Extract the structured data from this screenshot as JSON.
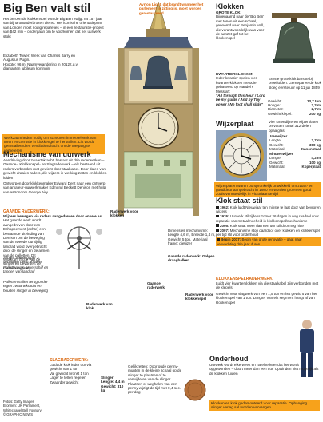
{
  "title": "Big Ben valt stil",
  "intro": "Het beroemde klokkenspel van de Big Ben zwijgt na 157 jaar van bijna ononderbroken dienst. Het iconische oriëntatiepunt van Londen moet nodig repareties – in een restauratie-project van $42 mln – ondergaan om te voorkomen dat het uurwerk stokt",
  "tower_info": {
    "line1": "Elizabeth Tower: Werk van Charles Barry en Augustus Pugin.",
    "line2": "Hoogte: 96 m. Naamverandering in 2012 t.g.v. diamanten jubileum koningin"
  },
  "ayrton": {
    "text": "Ayrton Light, dat brandt wanneer het parlement in zitting is, moet worden gerestaureerd"
  },
  "work_callout": "Werkzaamheden nodig om scheuren in metselwerk van toren en corrosie in klokkengel te herstellen. Lift wordt geïnstalleerd en ventilatieschacht om de toegang te verbeteren",
  "klokken": {
    "heading": "Klokken",
    "subheading": "GROTE KLOK",
    "text": "Bijgenaamd naar de 'Big Ben' met tonen uit een schaal, genoemd naar Benjamin Hall, die verantwoordelijk was voor de aanzet gaf tot het klokkenspel"
  },
  "kwartierklokken": {
    "heading": "KWARTIERKLOKKEN",
    "text": "Ieder kwartier spelen vier kwartier-klokken melodie gebaseerd op Handel's Messiah:",
    "quote": "\"All through this hour / Lord be my guide / And by Thy power / No foot shall slide\"",
    "first_strike": "Eerste grote klok barstte bij proefluiden. Gereepareerde klok sloeg eerste uur op 11 juli 1859"
  },
  "bell_stats": {
    "rows": [
      {
        "label": "Gewicht:",
        "value": "13,7 ton"
      },
      {
        "label": "Hoogte:",
        "value": "2,2 m"
      },
      {
        "label": "Diameter:",
        "value": "2,7 m"
      },
      {
        "label": "Gewicht klepel:",
        "value": "200 kg"
      }
    ]
  },
  "wijzerplaat": {
    "heading": "Wijzerplaat",
    "description": "Vier smeedijzeren wijzerplaten omvatten totaal 312 delen opaalglas",
    "urenwijzer_label": "Urenwijzer",
    "urenwijzer": [
      {
        "label": "Lengte:",
        "value": "2,7 m"
      },
      {
        "label": "Gewicht:",
        "value": "300 kg"
      },
      {
        "label": "Materiaal:",
        "value": "Kanonstaal"
      }
    ],
    "minutenwijzer_label": "Minutenwijzer",
    "minutenwijzer": [
      {
        "label": "Lengte:",
        "value": "4,2 m"
      },
      {
        "label": "Gewicht:",
        "value": "100 kg"
      },
      {
        "label": "Materiaal:",
        "value": "Koperplaat"
      }
    ],
    "callout": "Wijzerplaten waren oorspronkelijk ontwikkeld om zwart- en goudkleur aangebracht in 1980 en worden groen en goud zoals vermoedelijk in Victoriaanse tijd"
  },
  "klok_staat_stil": {
    "heading": "Klok staat stil",
    "items": [
      {
        "year": "1962:",
        "text": "Klok luidt Nieuwjaar ten minste te laat door van bevroren wijzers"
      },
      {
        "year": "1976:",
        "text": "Uurwerk stil tijdens zomer 26 dagen in nog raadsel voor reparatie van metaalmoeheid in klokkenspel/mechanisme"
      },
      {
        "year": "2005:",
        "text": "Klok staat meer dan een uur stil door nog hitte"
      },
      {
        "year": "2007:",
        "text": "Mechanisme stop daardoor over klokken en klokkenspel per tijd stil voor onderhoud"
      },
      {
        "year": "Begin 2017:",
        "text": "Begin van grote renovatie – gaat naar verwachting drie jaar duren"
      }
    ]
  },
  "mechanisme": {
    "heading": "Mechanisme van uurwerk",
    "text": "Aandrijving door zwaartekracht, bestaat uit drie raderwerken – Gaande-, Klokkenspel- en Slagraderwerk – elk bestaand uit raders verbonden met gewicht door staalkabel. Door dalen van gewicht draaien raders, die wijzers in werking zetten en klokken luiden",
    "design": "Ontworpen door klokkenmaker Edward Dent naar een ontwerp van amateur-uurwerkmaker Edmund Beckett Denison met hulp van astronoom George Airy"
  },
  "gaande_raderwerk": {
    "heading": "GAANDE RADERWERK:",
    "text1": "Wijzers bewegen via raders aangedreven door enkele as",
    "text2": "Het gaande werk wordt aangedreven door een Echappement (echte) een bestaande uitvinding van Denison om de beweging van de tweede uur tijdig landrad word overgebracht door de slinger en de armen van de palletten. Dit voorkomt frictie van de slinger en bevordert de nauwkeurigheid",
    "slinger": "Slinger beweegt per 2 seconden heen en weer",
    "palletten": "Palletten van ankerschijf en tanden van landrad",
    "palletten2": "Palletten vallen terug onder eigen zwaartekracht en houden slinger in beweging"
  },
  "labels": {
    "raderwerk_klokken": "Raderwerk voor klokken",
    "gaande_raderwerk_label": "Gaande raderwerk",
    "raderwerk_klok": "Raderwerk van klok",
    "raderwerk_klokken2": "Raderwerk voor klokkenspel",
    "dimensies": "Dimensies mechanisme: Lengte 4,6 m, Breedte 1,4 m, Gewicht 5 ton. Materiaal frame: gietijzer",
    "galgen": "Gaande raderwerk: Galgen draagbalken"
  },
  "klokkenspelraderwerk": {
    "heading": "KLOKKENSPELRADERWERK:",
    "text": "Luidt vier kwartierklokken via die staalkabel zijn verbonden met de klepels",
    "sub": "Gewicht voor slagwerk van een 1,5 ton en het gewicht van het klokkenspel van 1 ton. Lengte: Van elk segment hangt af van klokkenspel"
  },
  "slagraderwerk": {
    "heading": "SLAGRADERWERK:",
    "text": "Luidt de klok ieder uur via gewicht van 1 ton",
    "items": [
      "Val gewicht bronst 1 ton",
      "Lager te tellen regelen",
      "Zwaarder gewicht"
    ]
  },
  "slinger_box": {
    "text": "Slinger Lengte: 4,4 m Gewicht: 310 kg"
  },
  "gelijkzetten": {
    "text": "Gelijkzetten: Door oude penny-munten in de kleine schaal op de slinger te plaatsen of te verwijderen van de slinger. Plaatsen of weghalen van een penny wijzigt de tijd met 0,4 sec. per dag"
  },
  "onderhoud": {
    "heading": "Onderhoud",
    "text": "Uurwerk wordt elke week en na elke keer dat het wordt opgewonden – duurt meer dan een uur. Opwinden niet mogelijk als de klokken luiden",
    "callout": "Klokken en klok gedemonteerd voor reparatie. Ophanging slinger verlag sal worden vervangen"
  },
  "credits": "Foto's: Getty Images\nBronnen: UK Parliament,\nWhitechapel Bell Foundry\n© GRAPHIC NEWS",
  "colors": {
    "accent": "#d9650b",
    "callout": "#f7a21b",
    "gold": "#c9a24a",
    "dark": "#1d1d1d"
  }
}
